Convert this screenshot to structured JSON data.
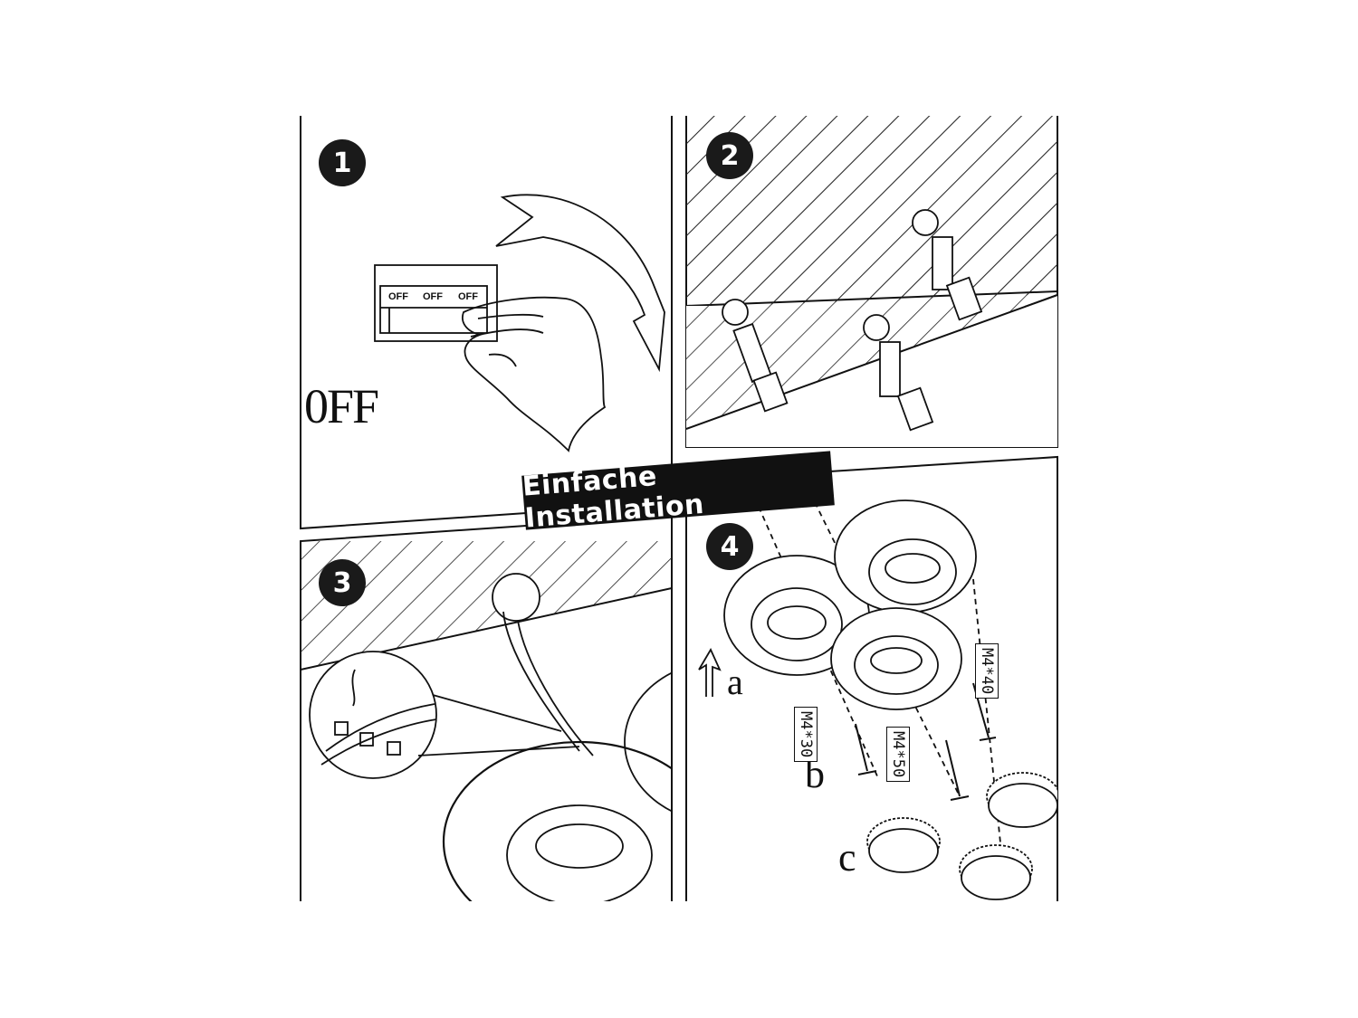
{
  "banner": {
    "title": "Einfache Installation"
  },
  "steps": [
    {
      "number": "1"
    },
    {
      "number": "2"
    },
    {
      "number": "3"
    },
    {
      "number": "4"
    }
  ],
  "step1": {
    "switch_labels": [
      "OFF",
      "OFF",
      "OFF"
    ],
    "state_label": "0FF"
  },
  "step4": {
    "part_labels": {
      "a": "a",
      "b": "b",
      "c": "c"
    },
    "screws": {
      "s30": "M4*30",
      "s50": "M4*50",
      "s40": "M4*40"
    }
  }
}
